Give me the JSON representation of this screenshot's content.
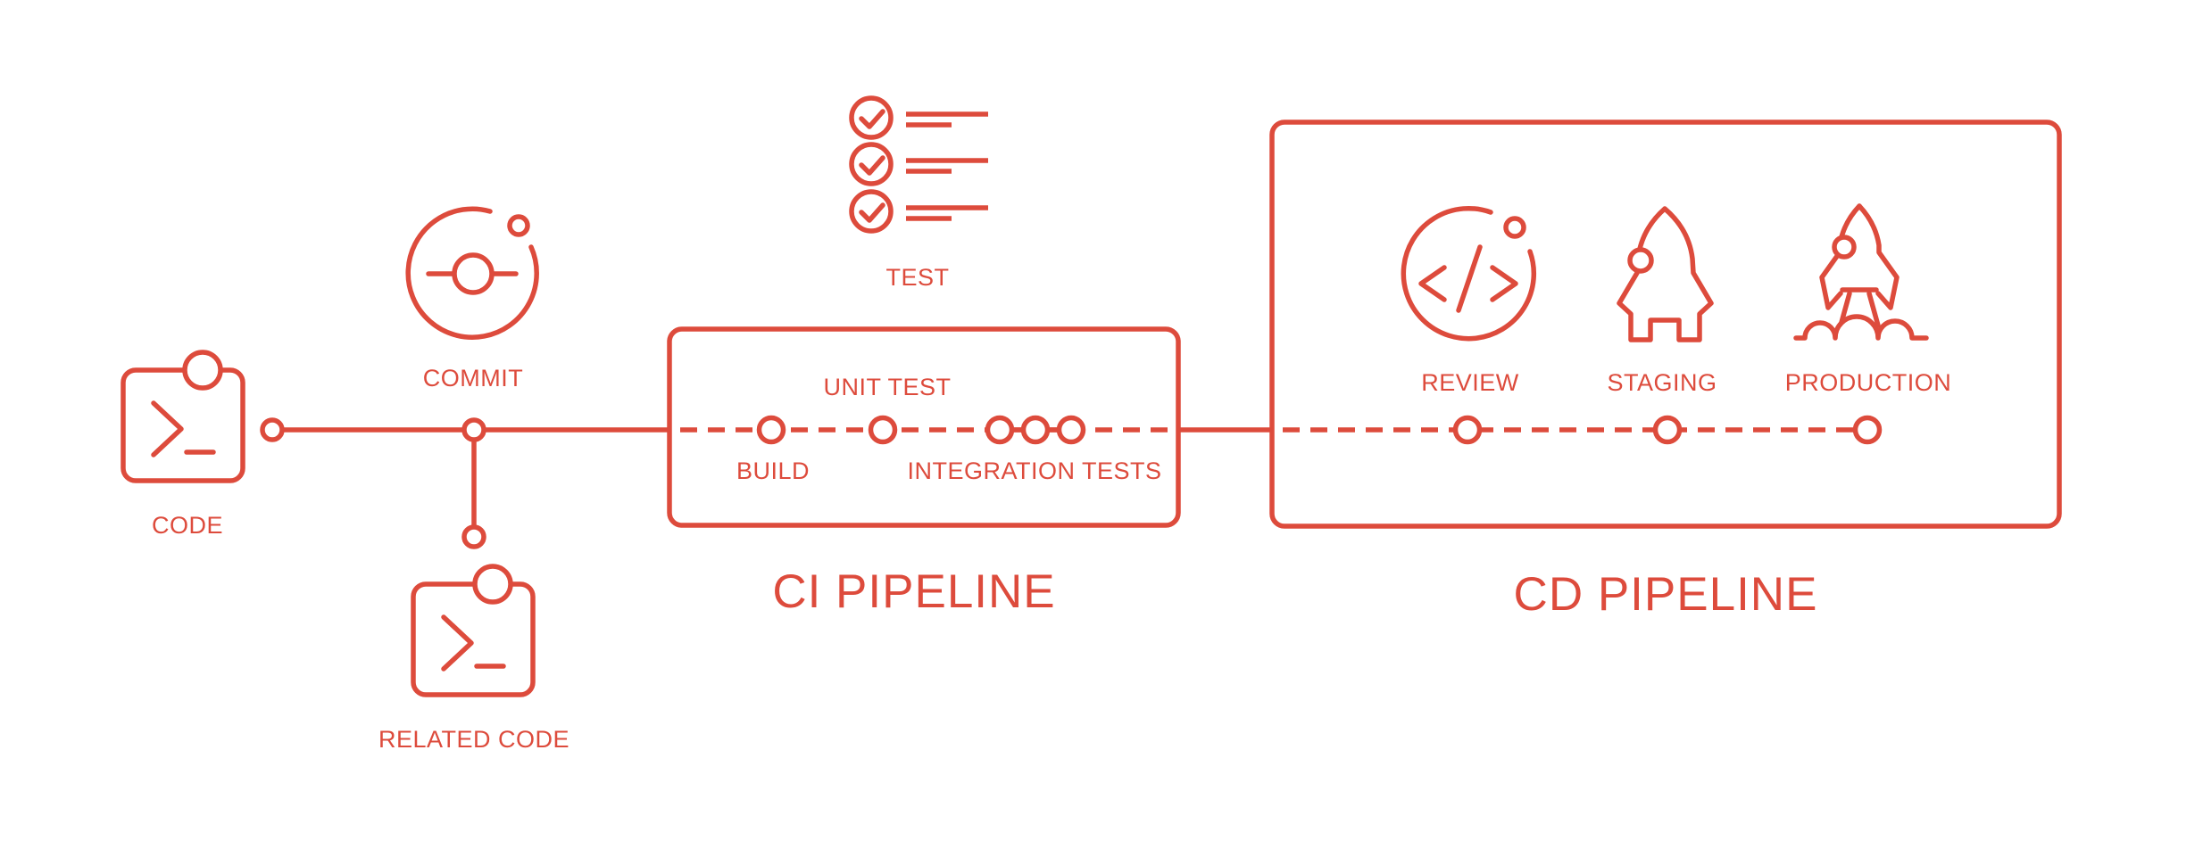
{
  "accent_color": "#DD4B3C",
  "background_color": "#FFFFFF",
  "workflow": {
    "code_label": "CODE",
    "commit_label": "COMMIT",
    "related_code_label": "RELATED CODE",
    "test_label": "TEST"
  },
  "ci_pipeline": {
    "title": "CI PIPELINE",
    "stages": [
      {
        "label": "BUILD",
        "icon": "timeline-node-icon"
      },
      {
        "label": "UNIT TEST",
        "icon": "timeline-node-icon"
      },
      {
        "label": "INTEGRATION TESTS",
        "icon": "timeline-node-cluster-icon"
      }
    ]
  },
  "cd_pipeline": {
    "title": "CD PIPELINE",
    "stages": [
      {
        "label": "REVIEW",
        "icon": "code-review-icon"
      },
      {
        "label": "STAGING",
        "icon": "rocket-icon"
      },
      {
        "label": "PRODUCTION",
        "icon": "rocket-launch-icon"
      }
    ]
  },
  "icons": {
    "code": "terminal-window-icon",
    "commit": "git-commit-icon",
    "related_code": "terminal-window-icon",
    "test": "checklist-icon",
    "review": "code-review-icon",
    "staging": "rocket-icon",
    "production": "rocket-launch-icon"
  }
}
